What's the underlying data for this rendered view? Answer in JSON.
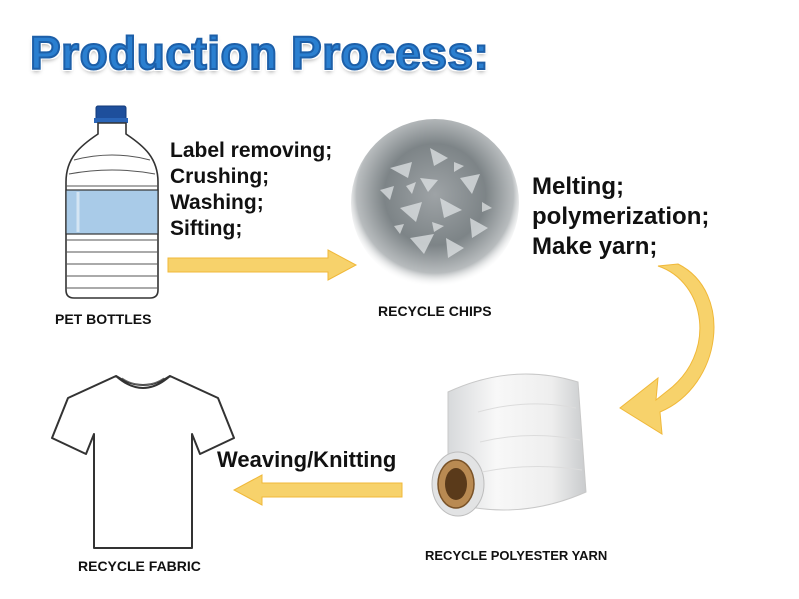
{
  "title": "Production Process:",
  "steps": {
    "bottles": {
      "caption": "PET BOTTLES",
      "process": [
        "Label removing;",
        "Crushing;",
        "Washing;",
        "Sifting;"
      ]
    },
    "chips": {
      "caption": "RECYCLE CHIPS",
      "process": [
        "Melting;",
        "polymerization;",
        "Make yarn;"
      ]
    },
    "yarn": {
      "caption": "RECYCLE POLYESTER YARN",
      "process": [
        "Weaving/Knitting"
      ]
    },
    "fabric": {
      "caption": "RECYCLE FABRIC"
    }
  },
  "colors": {
    "title": "#2a7fd0",
    "arrow": "#f7d26b",
    "arrow_edge": "#f0b839",
    "bottle_label": "#a9cbe8",
    "cap": "#1e4f9c"
  },
  "icons": [
    "pet-bottle-icon",
    "plastic-chips-image",
    "yarn-cone-image",
    "tshirt-icon",
    "right-arrow-icon",
    "curved-arrow-icon",
    "left-arrow-icon"
  ]
}
